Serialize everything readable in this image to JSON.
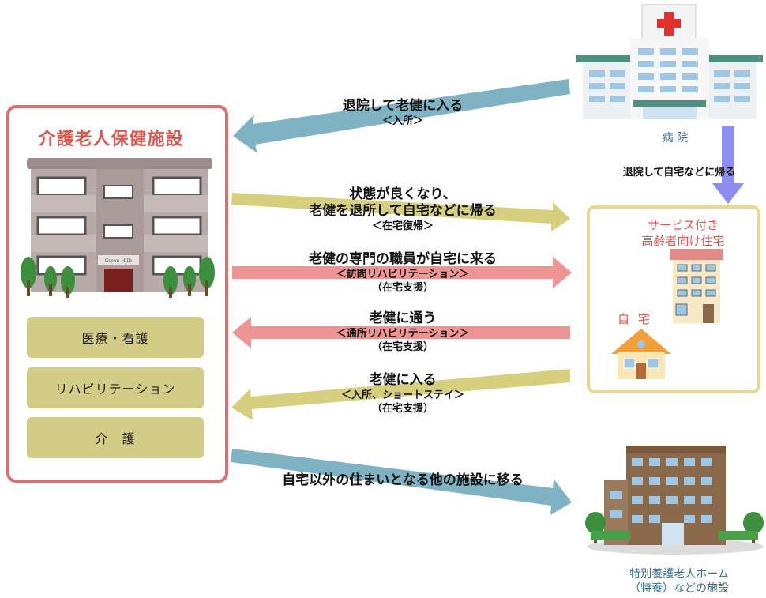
{
  "main": {
    "title": "介護老人保健施設",
    "services": [
      "医療・看護",
      "リハビリテーション",
      "介　護"
    ],
    "sign": "Green Hills"
  },
  "hospital": {
    "label": "病 院"
  },
  "self_return": "退院して自宅などに帰る",
  "homes": {
    "service_apartment": {
      "line1": "サービス付き",
      "line2": "高齢者向け住宅"
    },
    "own_home": "自 宅"
  },
  "nursing_home": {
    "line1": "特別養護老人ホーム",
    "line2": "（特養）などの施設"
  },
  "flows": [
    {
      "id": "admission",
      "line1": "退院して老健に入る",
      "line2": "＜入所＞"
    },
    {
      "id": "home-return",
      "line1": "状態が良くなり、",
      "line1b": "老健を退所して自宅などに帰る",
      "line2": "＜在宅復帰＞"
    },
    {
      "id": "visit-rehab",
      "line1": "老健の専門の職員が自宅に来る",
      "line2": "＜訪問リハビリテーション＞",
      "line3": "（在宅支援）"
    },
    {
      "id": "day-rehab",
      "line1": "老健に通う",
      "line2": "＜通所リハビリテーション＞",
      "line3": "（在宅支援）"
    },
    {
      "id": "short-stay",
      "line1": "老健に入る",
      "line2": "＜入所、ショートステイ＞",
      "line3": "（在宅支援）"
    },
    {
      "id": "move-out",
      "line1": "自宅以外の住まいとなる他の施設に移る"
    }
  ],
  "colors": {
    "blue_arrow": "#7fb3c4",
    "yellow_arrow": "#d6d07e",
    "pink_arrow": "#ee9593",
    "purple_arrow": "#8e8ef0",
    "main_border": "#d9706f",
    "home_border": "#e9d891"
  }
}
